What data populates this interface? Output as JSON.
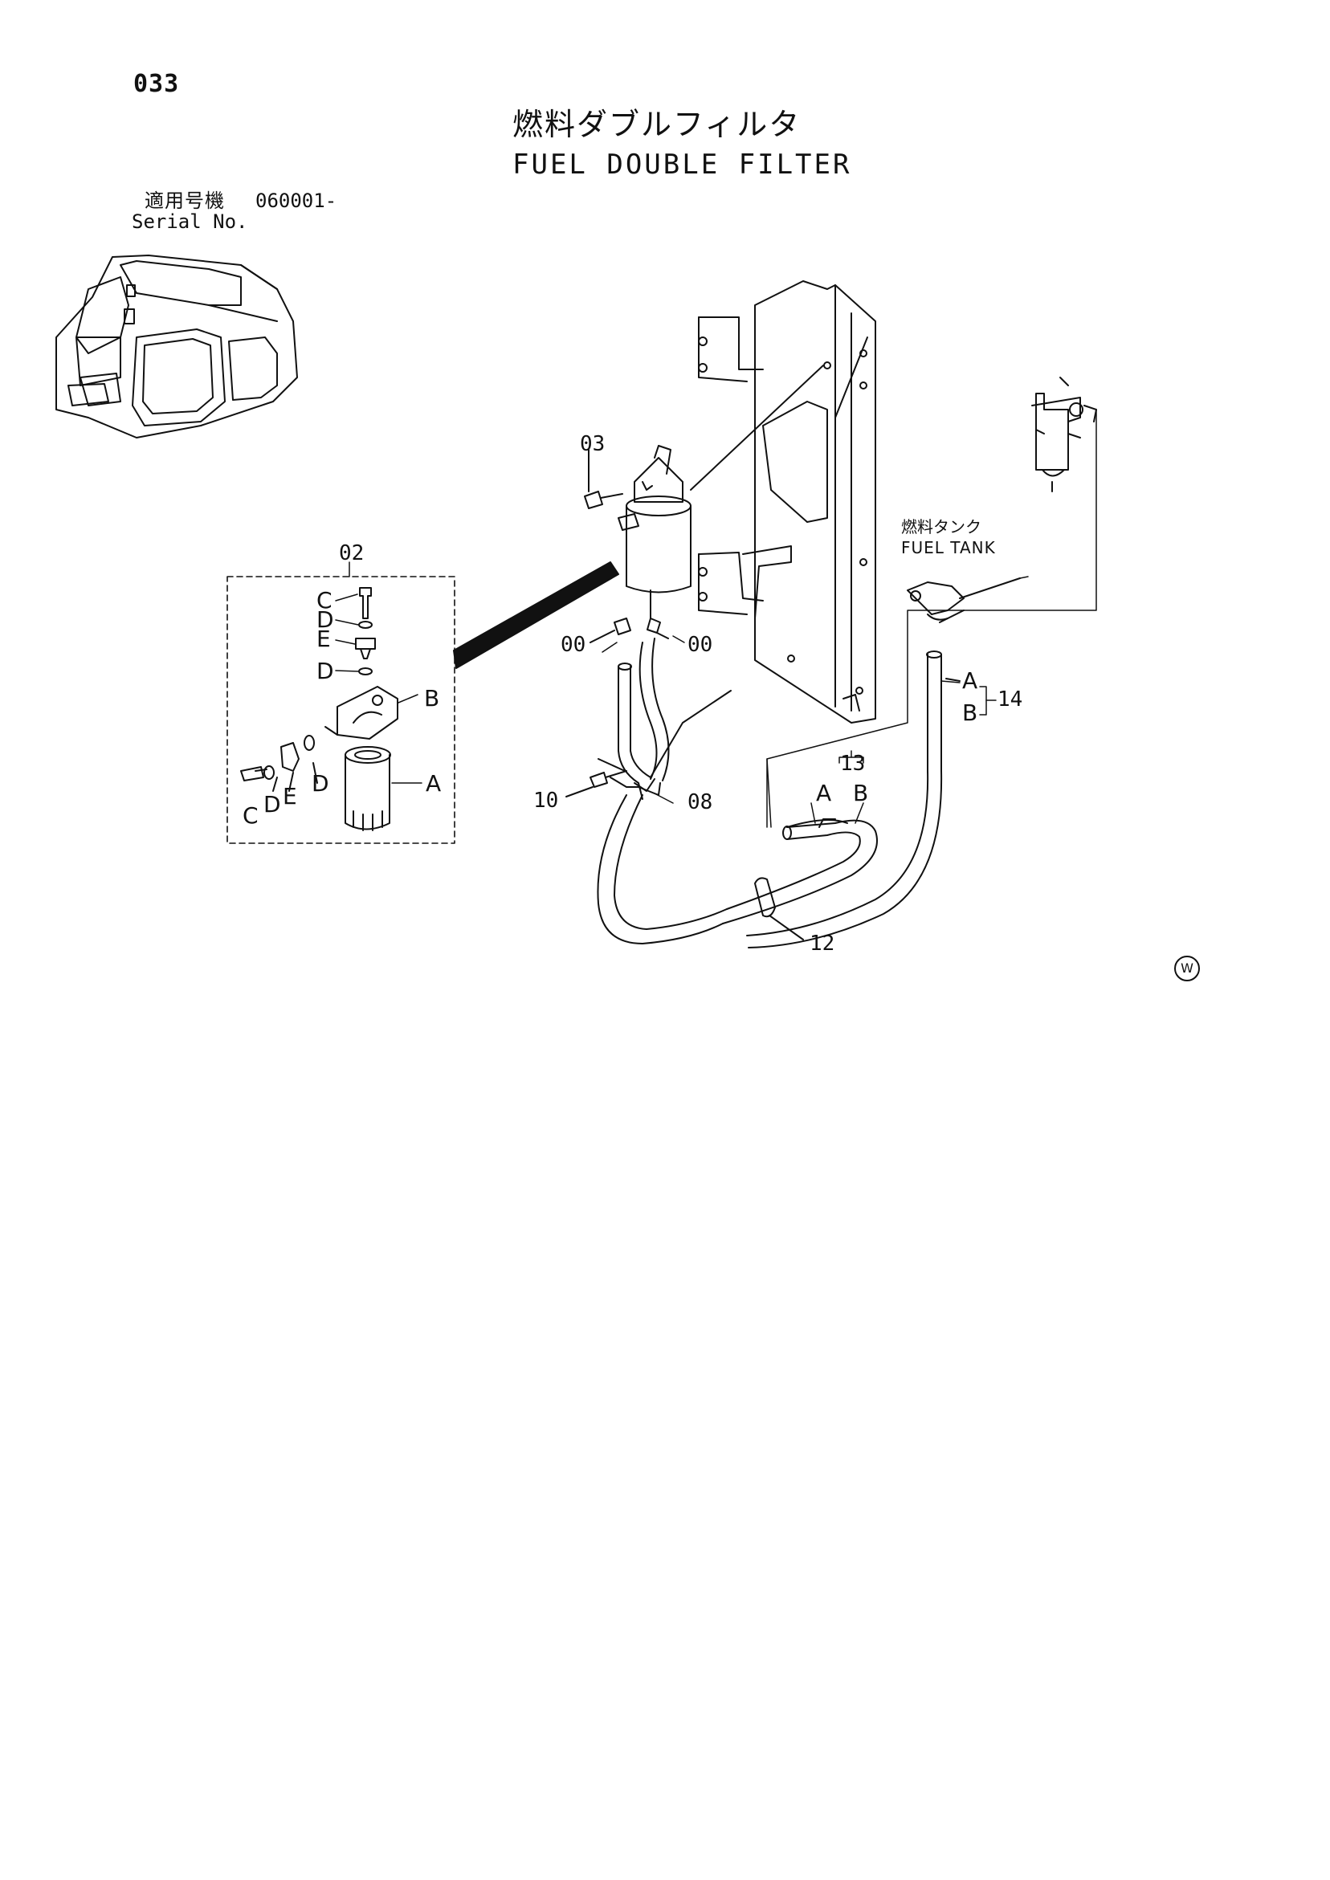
{
  "page_number": "033",
  "title_jp": "燃料ダブルフィルタ",
  "title_en": "FUEL DOUBLE FILTER",
  "serial": {
    "label_jp": "適用号機",
    "number": "060001-",
    "label_en": "Serial No."
  },
  "fuel_tank": {
    "jp": "燃料タンク",
    "en": "FUEL TANK"
  },
  "callouts": {
    "p02": "02",
    "p03": "03",
    "p00a": "00",
    "p00b": "00",
    "p08": "08",
    "p10": "10",
    "p12": "12",
    "p13": "13",
    "p14": "14",
    "kitC1": "C",
    "kitD1": "D",
    "kitE1": "E",
    "kitD2": "D",
    "kitB": "B",
    "kitA": "A",
    "kitC2": "C",
    "kitD3": "D",
    "kitE2": "E",
    "kitD4": "D",
    "h13A": "A",
    "h13B": "B",
    "h14A": "A",
    "h14B": "B"
  },
  "mark": "W"
}
